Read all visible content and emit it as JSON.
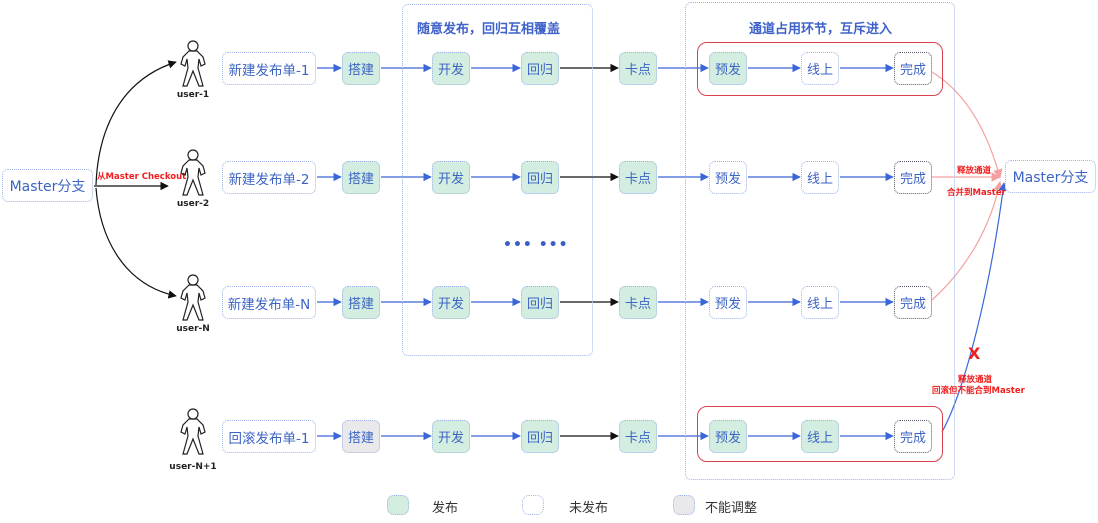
{
  "master_source": {
    "label": "Master分支"
  },
  "master_target": {
    "label": "Master分支"
  },
  "checkout_label": "从Master Checkout",
  "groups": {
    "random": {
      "title": "随意发布，回归互相覆盖"
    },
    "channel": {
      "title": "通道占用环节，互斥进入"
    }
  },
  "ellipsis": "••• •••",
  "rows": [
    {
      "user": "user-1",
      "order": "新建发布单-1",
      "stages": [
        {
          "label": "搭建",
          "state": "published"
        },
        {
          "label": "开发",
          "state": "published"
        },
        {
          "label": "回归",
          "state": "published"
        },
        {
          "label": "卡点",
          "state": "published"
        },
        {
          "label": "预发",
          "state": "published"
        },
        {
          "label": "线上",
          "state": "unpublished"
        },
        {
          "label": "完成",
          "state": "unpublished"
        }
      ],
      "channel_occupied": true
    },
    {
      "user": "user-2",
      "order": "新建发布单-2",
      "stages": [
        {
          "label": "搭建",
          "state": "published"
        },
        {
          "label": "开发",
          "state": "published"
        },
        {
          "label": "回归",
          "state": "published"
        },
        {
          "label": "卡点",
          "state": "published"
        },
        {
          "label": "预发",
          "state": "unpublished"
        },
        {
          "label": "线上",
          "state": "unpublished"
        },
        {
          "label": "完成",
          "state": "unpublished"
        }
      ],
      "channel_occupied": false
    },
    {
      "user": "user-N",
      "order": "新建发布单-N",
      "stages": [
        {
          "label": "搭建",
          "state": "published"
        },
        {
          "label": "开发",
          "state": "published"
        },
        {
          "label": "回归",
          "state": "published"
        },
        {
          "label": "卡点",
          "state": "published"
        },
        {
          "label": "预发",
          "state": "unpublished"
        },
        {
          "label": "线上",
          "state": "unpublished"
        },
        {
          "label": "完成",
          "state": "unpublished"
        }
      ],
      "channel_occupied": false
    },
    {
      "user": "user-N+1",
      "order": "回滚发布单-1",
      "stages": [
        {
          "label": "搭建",
          "state": "locked"
        },
        {
          "label": "开发",
          "state": "published"
        },
        {
          "label": "回归",
          "state": "published"
        },
        {
          "label": "卡点",
          "state": "published"
        },
        {
          "label": "预发",
          "state": "published"
        },
        {
          "label": "线上",
          "state": "published"
        },
        {
          "label": "完成",
          "state": "unpublished"
        }
      ],
      "channel_occupied": true
    }
  ],
  "merge_labels": {
    "release": "释放通道",
    "merge": "合并到Master"
  },
  "rollback_labels": {
    "x": "X",
    "release": "释放通道",
    "note": "回滚但不能合到Master"
  },
  "legend": [
    {
      "label": "发布",
      "state": "published"
    },
    {
      "label": "未发布",
      "state": "unpublished"
    },
    {
      "label": "不能调整",
      "state": "locked"
    }
  ],
  "colors": {
    "published": "#d3eee0",
    "unpublished": "#ffffff",
    "locked": "#e9e9ec",
    "node_text": "#3d64c4",
    "accent_red": "#d9434f",
    "label_red": "#f21d1d",
    "flow_blue": "#3a66d8",
    "merge_pink": "#f5a0a0"
  }
}
